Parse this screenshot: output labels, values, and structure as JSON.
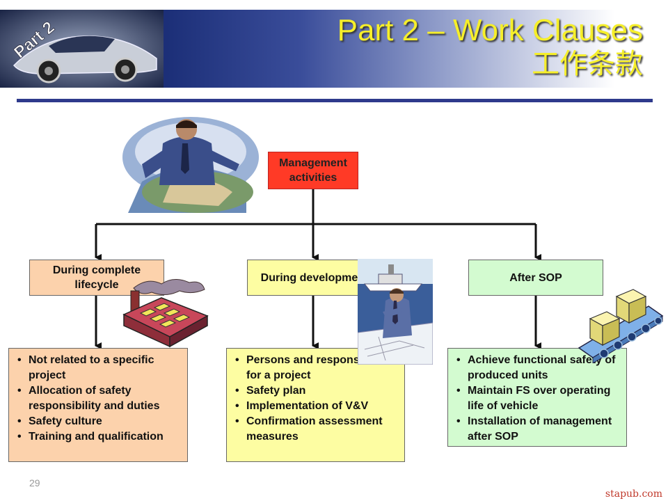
{
  "header": {
    "badge": "Part 2",
    "title_en": "Part 2 – Work Clauses",
    "title_zh": "工作条款"
  },
  "diagram": {
    "root": "Management activities",
    "phases": [
      {
        "label": "During complete lifecycle",
        "items": [
          "Not related to a specific project",
          "Allocation of safety responsibility and duties",
          "Safety culture",
          "Training and qualification"
        ]
      },
      {
        "label": "During development",
        "items": [
          "Persons and responsibilities for a project",
          "Safety plan",
          "Implementation of V&V",
          "Confirmation assessment measures"
        ]
      },
      {
        "label": "After SOP",
        "items": [
          "Achieve functional safety of produced units",
          "Maintain FS over operating life of vehicle",
          "Installation of management after SOP"
        ]
      }
    ]
  },
  "footer": {
    "page_number": "29",
    "watermark": "stapub.com"
  },
  "colors": {
    "root": "#ff3a26",
    "lifecycle": "#fcd2ac",
    "development": "#fdfda2",
    "after_sop": "#d3fbd0",
    "title": "#f6ef2a",
    "rule": "#2e3a8c"
  }
}
